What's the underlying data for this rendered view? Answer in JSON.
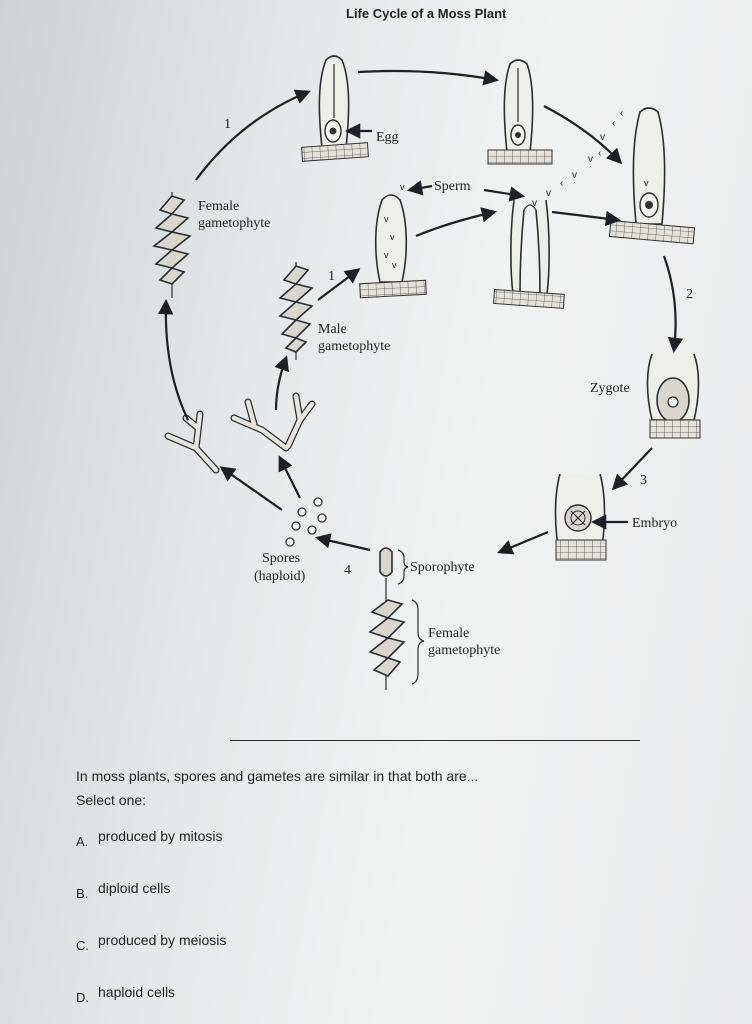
{
  "diagram": {
    "title": "Life Cycle of a Moss Plant",
    "labels": {
      "egg": "Egg",
      "sperm": "Sperm",
      "female_gametophyte_top": "Female",
      "female_gametophyte_top_2": "gametophyte",
      "male_gametophyte": "Male",
      "male_gametophyte_2": "gametophyte",
      "zygote": "Zygote",
      "embryo": "Embryo",
      "spores": "Spores",
      "spores_2": "(haploid)",
      "sporophyte": "Sporophyte",
      "female_gametophyte_bottom": "Female",
      "female_gametophyte_bottom_2": "gametophyte"
    },
    "steps": {
      "s1_top": "1",
      "s1_male": "1",
      "s2": "2",
      "s3": "3",
      "s4": "4"
    }
  },
  "question": {
    "text": "In moss plants, spores and gametes are similar in that both are...",
    "prompt": "Select one:",
    "options": [
      {
        "letter": "A.",
        "label": "produced by mitosis"
      },
      {
        "letter": "B.",
        "label": "diploid cells"
      },
      {
        "letter": "C.",
        "label": "produced by meiosis"
      },
      {
        "letter": "D.",
        "label": "haploid cells"
      }
    ]
  }
}
